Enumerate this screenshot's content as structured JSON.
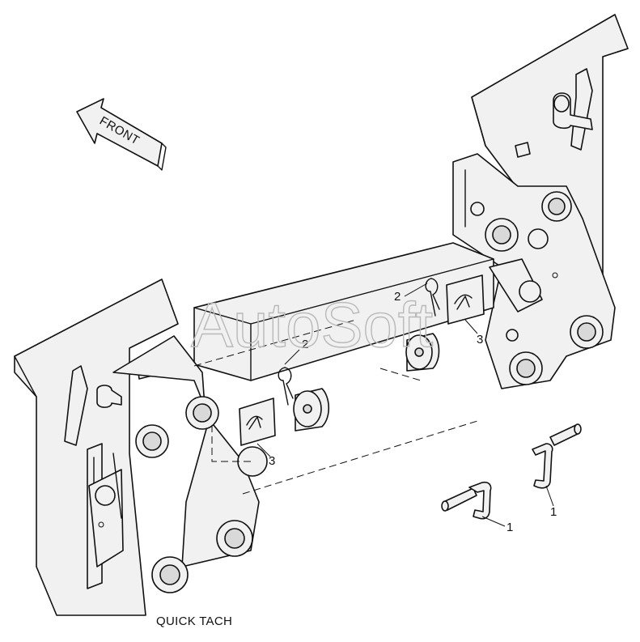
{
  "caption": "QUICK TACH",
  "watermark": "AutoSoft",
  "front_arrow": {
    "label": "FRONT"
  },
  "callouts": [
    {
      "id": "pin-left",
      "label": "1"
    },
    {
      "id": "pin-right",
      "label": "1"
    },
    {
      "id": "clip-left",
      "label": "2"
    },
    {
      "id": "clip-right",
      "label": "2"
    },
    {
      "id": "decal-left",
      "label": "3"
    },
    {
      "id": "decal-right",
      "label": "3"
    }
  ],
  "colors": {
    "ink": "#111111",
    "part_fill": "#f1f1f1",
    "watermark": "#b9b9b9"
  }
}
